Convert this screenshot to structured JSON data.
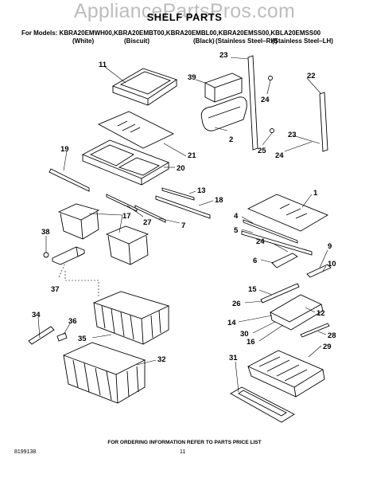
{
  "watermark": "AppliancePartsPros.com",
  "header": {
    "title": "SHELF PARTS",
    "models": "For Models: KBRA20EMWH00,KBRA20EMBT00,KBRA20EMBL00,KBRA20EMSS00,KBLA20EMSS00",
    "variants": [
      "(White)",
      "(Biscuit)",
      "(Black)",
      "(Stainless Steel–RH)",
      "(Stainless Steel–LH)"
    ]
  },
  "callouts": [
    "11",
    "39",
    "23",
    "22",
    "24",
    "2",
    "25",
    "23",
    "24",
    "21",
    "20",
    "19",
    "13",
    "18",
    "1",
    "4",
    "5",
    "17",
    "27",
    "7",
    "38",
    "24",
    "9",
    "6",
    "10",
    "37",
    "15",
    "26",
    "12",
    "14",
    "30",
    "28",
    "16",
    "29",
    "34",
    "36",
    "35",
    "32",
    "31"
  ],
  "footer": {
    "note": "FOR ORDERING INFORMATION REFER TO PARTS PRICE LIST",
    "doc_number": "8199138",
    "page": "11"
  }
}
